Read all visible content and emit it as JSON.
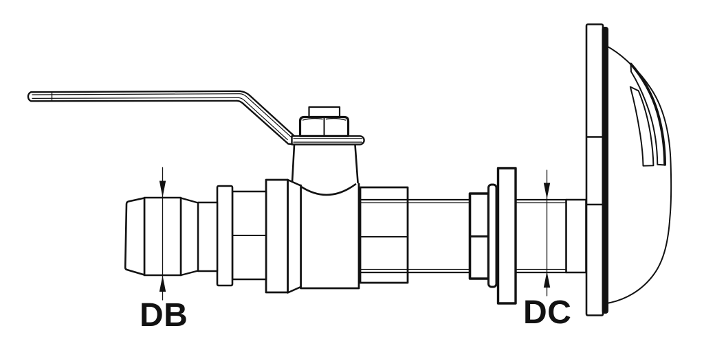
{
  "diagram": {
    "description": "Technical side-view line drawing of a through-hull drain ball valve: hose barb inlet, lever handle, stem hex nut, lock nut, washer, flange nut and hull mounting plate with curved dome",
    "colors": {
      "line": "#121212",
      "background": "#ffffff"
    },
    "labels": {
      "db": "DB",
      "dc": "DC"
    }
  }
}
